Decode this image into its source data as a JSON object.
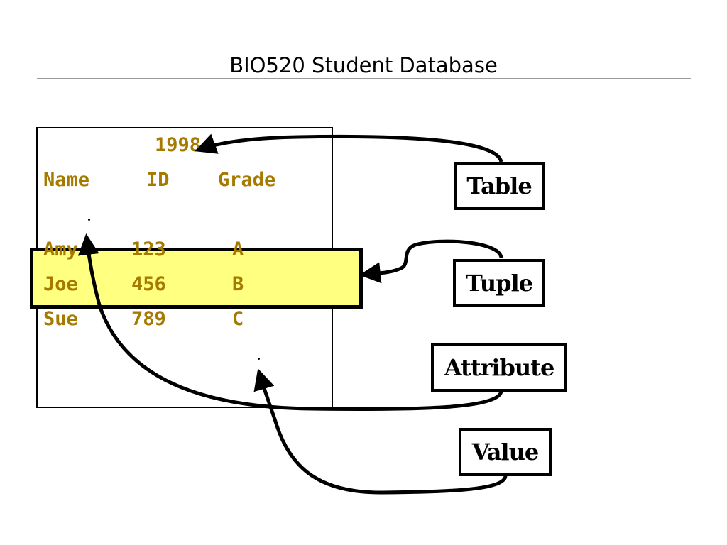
{
  "title": "BIO520 Student Database",
  "table": {
    "year": "1998",
    "headers": {
      "name": "Name",
      "id": "ID",
      "grade": "Grade"
    },
    "rows": [
      {
        "name": "Amy",
        "id": "123",
        "grade": "A"
      },
      {
        "name": "Joe",
        "id": "456",
        "grade": "B"
      },
      {
        "name": "Sue",
        "id": "789",
        "grade": "C"
      }
    ]
  },
  "labels": {
    "table": "Table",
    "tuple": "Tuple",
    "attribute": "Attribute",
    "value": "Value"
  },
  "colors": {
    "text_gold": "#a67a00",
    "highlight": "#ffff80",
    "border": "#000000"
  }
}
